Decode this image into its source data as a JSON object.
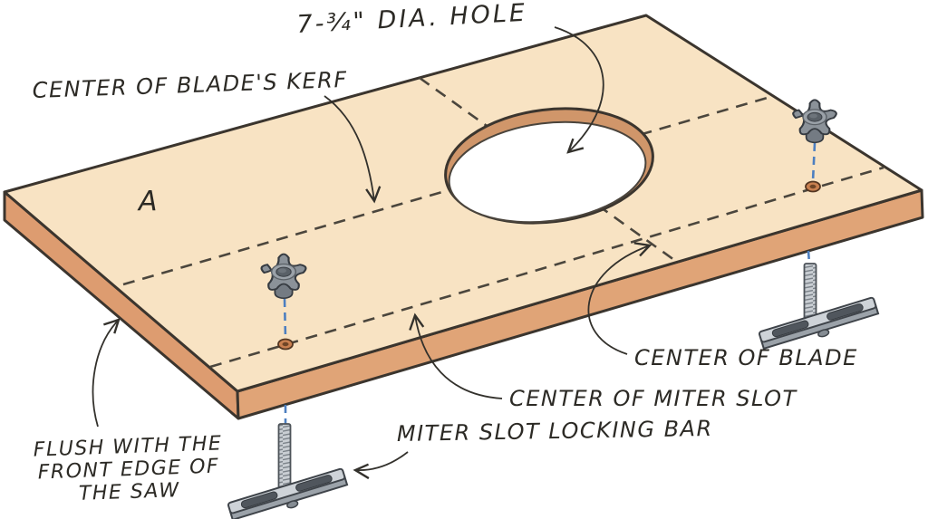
{
  "figure": {
    "title": "table-saw insert plate illustration",
    "part_label": "A",
    "labels": {
      "hole_dia": "7-¾\" DIA. HOLE",
      "kerf": "CENTER OF BLADE'S KERF",
      "center_blade": "CENTER OF BLADE",
      "center_miter": "CENTER OF MITER SLOT",
      "locking_bar": "MITER SLOT LOCKING BAR",
      "flush_line1": "FLUSH WITH THE",
      "flush_line2": "FRONT EDGE OF",
      "flush_line3": "THE SAW"
    },
    "colors": {
      "board_top": "#f8e3c3",
      "board_side": "#e0a477",
      "board_side_front": "#dd9c70",
      "hole_rim": "#d0966a",
      "outline": "#3b352e",
      "centerline_dash": "#4b463d",
      "alignment_dash_blue": "#4d7fc0",
      "text_ink": "#2c2a25",
      "knob_gray": "#8b9299",
      "bar_gray": "#ced3d8"
    }
  }
}
